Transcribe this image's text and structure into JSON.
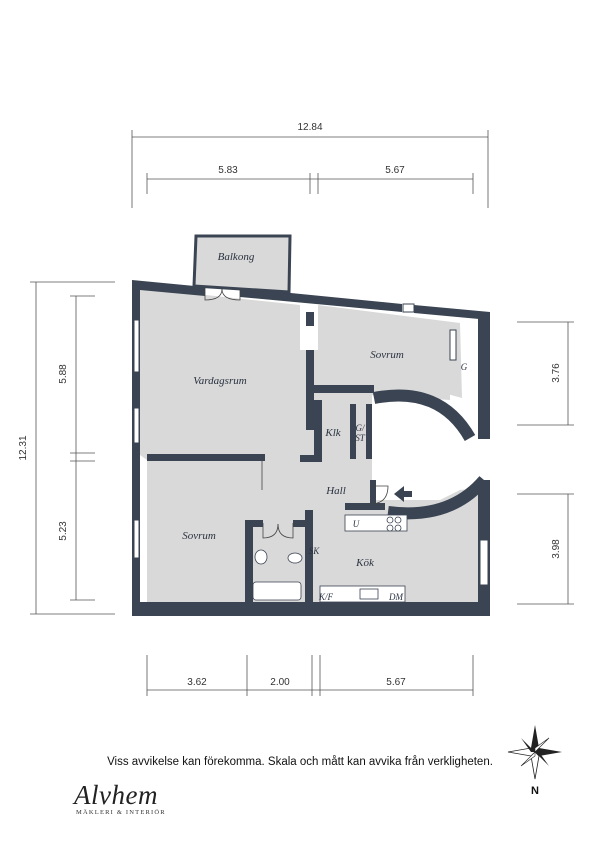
{
  "dimensions": {
    "top_total": "12.84",
    "top_left": "5.83",
    "top_right": "5.67",
    "left_total": "12.31",
    "left_upper": "5.88",
    "left_lower": "5.23",
    "right_upper": "3.76",
    "right_lower": "3.98",
    "bottom_left": "3.62",
    "bottom_mid": "2.00",
    "bottom_right": "5.67"
  },
  "rooms": {
    "balkong": "Balkong",
    "vardagsrum": "Vardagsrum",
    "sovrum_upper": "Sovrum",
    "g": "G",
    "klk": "Klk",
    "g_st_top": "G/",
    "g_st_bottom": "ST",
    "hall": "Hall",
    "sovrum_lower": "Sovrum",
    "u": "U",
    "sk": "SK",
    "kok": "Kök",
    "kf": "K/F",
    "dm": "DM"
  },
  "compass": {
    "north": "N"
  },
  "disclaimer": "Viss avvikelse kan förekomma. Skala och mått kan avvika från verkligheten.",
  "brand": {
    "name": "Alvhem",
    "subtitle": "MÄKLERI & INTERIÖR"
  },
  "colors": {
    "wall": "#3a4452",
    "floor": "#d9d9d9",
    "dim_line": "#555555"
  }
}
